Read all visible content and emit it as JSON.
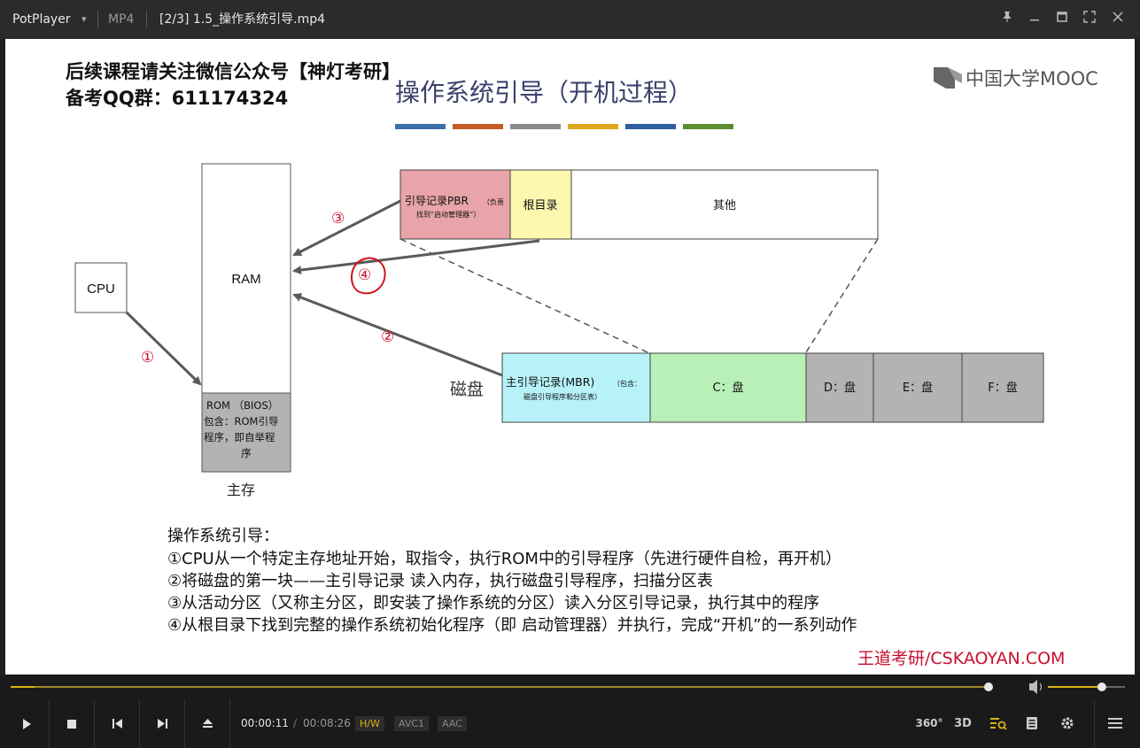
{
  "titlebar": {
    "app_name": "PotPlayer",
    "format": "MP4",
    "file_title": "[2/3] 1.5_操作系统引导.mp4",
    "icons": [
      "pin-icon",
      "minimize-icon",
      "maximize-icon",
      "fullscreen-icon",
      "close-icon"
    ]
  },
  "slide": {
    "promo_line1": "后续课程请关注微信公众号【神灯考研】",
    "promo_line2": "备考QQ群：611174324",
    "title": "操作系统引导（开机过程）",
    "logo_text": "中国大学MOOC",
    "color_bar": [
      "#3d6fa8",
      "#c65b24",
      "#8a8a8a",
      "#e0a81c",
      "#2f5e9e",
      "#5c8e2f"
    ],
    "cpu_label": "CPU",
    "ram_label": "RAM",
    "rom_label_lines": [
      "ROM （BIOS）",
      "包含：ROM引导",
      "程序，即自举程",
      "序"
    ],
    "main_memory_label": "主存",
    "disk_label": "磁盘",
    "pbr_label_main": "引导记录PBR",
    "pbr_label_small1": "（负责",
    "pbr_label_small2": "找到“启动管理器”）",
    "root_dir_label": "根目录",
    "other_label": "其他",
    "mbr_label_main": "主引导记录(MBR)",
    "mbr_label_small1": "（包含：",
    "mbr_label_small2": "磁盘引导程序和分区表）",
    "c_label": "C：盘",
    "d_label": "D：盘",
    "e_label": "E：盘",
    "f_label": "F：盘",
    "step1": "①",
    "step2": "②",
    "step3": "③",
    "step4": "④",
    "desc_heading": "操作系统引导：",
    "desc_lines": [
      "①CPU从一个特定主存地址开始，取指令，执行ROM中的引导程序（先进行硬件自检，再开机）",
      "②将磁盘的第一块——主引导记录 读入内存，执行磁盘引导程序，扫描分区表",
      "③从活动分区（又称主分区，即安装了操作系统的分区）读入分区引导记录，执行其中的程序",
      "④从根目录下找到完整的操作系统初始化程序（即 启动管理器）并执行，完成“开机”的一系列动作"
    ],
    "watermark": "王道考研/CSKAOYAN.COM",
    "colors": {
      "pbr_fill": "#e8a4a8",
      "root_fill": "#fdf7b0",
      "mbr_fill": "#b6f2f7",
      "c_fill": "#b9f0b7",
      "drive_fill": "#b3b3b3",
      "accent_red": "#c8102e"
    }
  },
  "playback": {
    "progress": 0.0216,
    "volume": 0.7,
    "current_time": "00:00:11",
    "separator": "/",
    "total_time": "00:08:26",
    "hw_tag": "H/W",
    "video_codec": "AVC1",
    "audio_codec": "AAC",
    "right_icons": [
      "360-icon",
      "3d-icon",
      "playlist-search-icon",
      "menu-doc-icon",
      "settings-gear-icon",
      "hamburger-menu-icon"
    ]
  }
}
